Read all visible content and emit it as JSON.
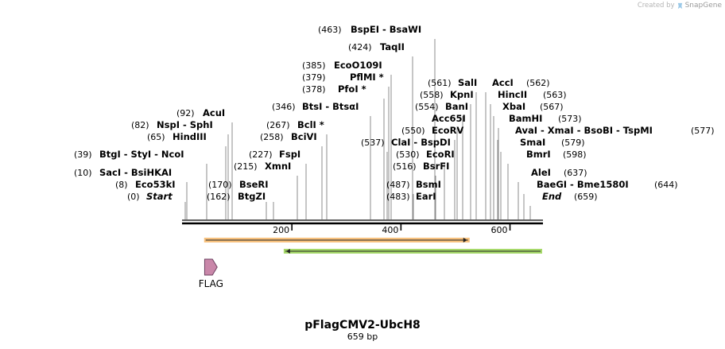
{
  "credit": {
    "created_by": "Created by",
    "brand": "SnapGene"
  },
  "map": {
    "title": "pFlagCMV2-UbcH8",
    "length_label": "659 bp",
    "length": 659,
    "ticks": [
      {
        "value": 200,
        "label": "200"
      },
      {
        "value": 400,
        "label": "400"
      },
      {
        "value": 600,
        "label": "600"
      }
    ],
    "features": [
      {
        "name": "",
        "start": 39,
        "end": 526,
        "direction": "forward",
        "fill": "#f7c17e",
        "border": "#8a5a1f"
      },
      {
        "name": "",
        "start": 185,
        "end": 659,
        "direction": "reverse",
        "fill": "#a6d96a",
        "border": "#3f7a1a"
      },
      {
        "name": "FLAG",
        "start": 40,
        "end": 63,
        "direction": "forward",
        "fill": "#c987a9",
        "border": "#6d4060"
      }
    ],
    "sites": {
      "left": [
        {
          "names": [
            "Start"
          ],
          "pos": "(0)",
          "location": 0,
          "italic": true
        },
        {
          "names": [
            "Eco53kI"
          ],
          "pos": "(8)",
          "location": 8
        },
        {
          "names": [
            "SacI",
            "BsiHKAI"
          ],
          "pos": "(10)",
          "location": 10
        },
        {
          "names": [
            "BtgI",
            "StyI",
            "NcoI"
          ],
          "pos": "(39)",
          "location": 39
        },
        {
          "names": [
            "HindIII"
          ],
          "pos": "(65)",
          "location": 65
        },
        {
          "names": [
            "NspI",
            "SphI"
          ],
          "pos": "(82)",
          "location": 82
        },
        {
          "names": [
            "AcuI"
          ],
          "pos": "(92)",
          "location": 92
        },
        {
          "names": [
            "BtgZI"
          ],
          "pos": "(162)",
          "location": 162
        },
        {
          "names": [
            "BseRI"
          ],
          "pos": "(170)",
          "location": 170
        },
        {
          "names": [
            "XmnI"
          ],
          "pos": "(215)",
          "location": 215
        },
        {
          "names": [
            "FspI"
          ],
          "pos": "(227)",
          "location": 227
        },
        {
          "names": [
            "BciVI"
          ],
          "pos": "(258)",
          "location": 258
        },
        {
          "names": [
            "BclI *"
          ],
          "pos": "(267)",
          "location": 267
        },
        {
          "names": [
            "BtsI",
            "BtsαI"
          ],
          "pos": "(346)",
          "location": 346
        },
        {
          "names": [
            "PfoI *"
          ],
          "pos": "(378)",
          "location": 378
        },
        {
          "names": [
            "PflMI *"
          ],
          "pos": "(379)",
          "location": 379
        },
        {
          "names": [
            "EcoO109I"
          ],
          "pos": "(385)",
          "location": 385
        },
        {
          "names": [
            "TaqII"
          ],
          "pos": "(424)",
          "location": 424
        },
        {
          "names": [
            "BspEI",
            "BsaWI"
          ],
          "pos": "(463)",
          "location": 463
        }
      ],
      "right": [
        {
          "names": [
            "EarI"
          ],
          "pos": "(483)",
          "location": 483
        },
        {
          "names": [
            "BsmI"
          ],
          "pos": "(487)",
          "location": 487
        },
        {
          "names": [
            "BsrFI"
          ],
          "pos": "(516)",
          "location": 516
        },
        {
          "names": [
            "EcoRI"
          ],
          "pos": "(530)",
          "location": 530
        },
        {
          "names": [
            "ClaI",
            "BspDI"
          ],
          "pos": "(537)",
          "location": 537
        },
        {
          "names": [
            "EcoRV"
          ],
          "pos": "(550)",
          "location": 550
        },
        {
          "names": [
            "Acc65I"
          ],
          "pos": "",
          "location": 554
        },
        {
          "names": [
            "BanI"
          ],
          "pos": "(554)",
          "location": 554
        },
        {
          "names": [
            "KpnI"
          ],
          "pos": "(558)",
          "location": 558
        },
        {
          "names": [
            "SalI"
          ],
          "pos": "(561)",
          "location": 561
        },
        {
          "names": [
            "AccI"
          ],
          "pos": "(562)",
          "location": 562
        },
        {
          "names": [
            "HincII"
          ],
          "pos": "(563)",
          "location": 563
        },
        {
          "names": [
            "XbaI"
          ],
          "pos": "(567)",
          "location": 567
        },
        {
          "names": [
            "BamHI"
          ],
          "pos": "(573)",
          "location": 573
        },
        {
          "names": [
            "AvaI",
            "XmaI",
            "BsoBI",
            "TspMI"
          ],
          "pos": "(577)",
          "location": 577
        },
        {
          "names": [
            "SmaI"
          ],
          "pos": "(579)",
          "location": 579
        },
        {
          "names": [
            "BmrI"
          ],
          "pos": "(598)",
          "location": 598
        },
        {
          "names": [
            "AleI"
          ],
          "pos": "(637)",
          "location": 637
        },
        {
          "names": [
            "BaeGI",
            "Bme1580I"
          ],
          "pos": "(644)",
          "location": 644
        },
        {
          "names": [
            "End"
          ],
          "pos": "(659)",
          "location": 659,
          "italic": true
        }
      ]
    }
  }
}
